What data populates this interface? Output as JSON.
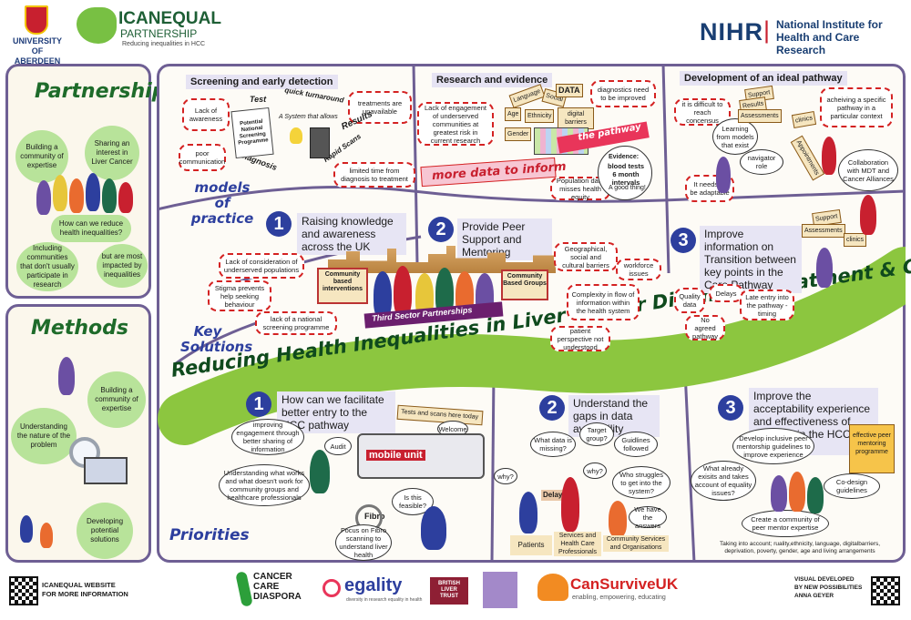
{
  "header": {
    "university": "UNIVERSITY OF ABERDEEN",
    "icanequal": "ICANEQUAL",
    "partnership": "PARTNERSHIP",
    "icanequal_sub": "Reducing inequalities in HCC",
    "nihr": "NIHR",
    "nihr_divider": "|",
    "nihr_name_1": "National Institute for",
    "nihr_name_2": "Health and Care Research"
  },
  "left": {
    "partnership_title": "Partnership",
    "bubbles": [
      "Building a community of expertise",
      "Sharing an interest in Liver Cancer",
      "How can we reduce health inequalities?",
      "Including communities that don't usually participate in research",
      "but are most impacted by inequalities"
    ],
    "methods_title": "Methods",
    "methods_bubbles": [
      "Building a community of expertise",
      "Understanding the nature of the problem",
      "Developing potential solutions"
    ]
  },
  "screening": {
    "title": "Screening and early detection",
    "spikes": [
      "Lack of awareness",
      "poor communication",
      "treatments are unavailable",
      "limited time from diagnosis to treatment"
    ],
    "words": [
      "Test",
      "quick turnaround",
      "Results",
      "Rapid Scans",
      "Diagnosis",
      "A System that allows",
      "Potential National Screening Programme"
    ],
    "models": "models of practice"
  },
  "research": {
    "title": "Research and evidence",
    "spikes": [
      "Lack of engagement of underserved communities at greatest risk in current research",
      "diagnostics need to be improved",
      "Population data misses health equity"
    ],
    "words": [
      "Language",
      "Age",
      "Ethnicity",
      "Social",
      "Gender",
      "DATA",
      "digital barriers",
      "the pathway",
      "more data to inform",
      "Evidence:",
      "blood tests 6 month intervals",
      "A good thing!"
    ]
  },
  "development": {
    "title": "Development of an ideal pathway",
    "spikes": [
      "it is difficult to reach concensus",
      "acheiving a specific pathway in a particular context",
      "It needs to be adaptable"
    ],
    "speech": [
      "Learning from models that exist",
      "navigator role",
      "Collaboration with MDT and Cancer Alliances"
    ],
    "tags": [
      "Support",
      "Results",
      "Assessments",
      "clinics",
      "Appointments"
    ]
  },
  "key_solutions": {
    "label": "Key Solutions",
    "items": [
      {
        "num": "1",
        "text": "Raising knowledge and awareness across the UK"
      },
      {
        "num": "2",
        "text": "Provide Peer Support and Mentoring"
      },
      {
        "num": "3",
        "text": "Improve information on Transition between key points in the Care Pathway"
      }
    ],
    "spikes_1": [
      "Lack of consideration of underserved populations",
      "Stigma prevents help seeking behaviour",
      "lack of a national screening programme"
    ],
    "signs": [
      "Community based interventions",
      "Community Based Groups"
    ],
    "third_sector": "Third Sector Partnerships",
    "spikes_2": [
      "Geographical, social and cultural barriers",
      "workforce issues",
      "Complexity in flow of information within the health system",
      "patient perspective not understood"
    ],
    "spikes_3": [
      "Quality data",
      "Delays",
      "Late entry into the pathway -timing",
      "No agreed pathway"
    ]
  },
  "banner": "Reducing Health Inequalities in Liver Cancer Diagnosis Treatment & Care",
  "priorities": {
    "label": "Priorities",
    "items": [
      {
        "num": "1",
        "text": "How can we facilitate better entry to the HCC pathway"
      },
      {
        "num": "2",
        "text": "Understand the gaps in data availability"
      },
      {
        "num": "3",
        "text": "Improve the acceptability experience and effectiveness of care within the HCC pathway"
      }
    ],
    "p1_notes": [
      "improving engagement through better sharing of information",
      "Understanding what works and what doesn't work for community groups and healthcare professionals",
      "Audit",
      "Is this feasible?",
      "Fibro",
      "Focus on Fibro scanning to understand liver health",
      "Tests and scans here today",
      "Welcome",
      "mobile unit"
    ],
    "p2_notes": [
      "What data is missing?",
      "Target group?",
      "Guidlines followed",
      "why?",
      "why?",
      "Delays",
      "Who struggles to get into the system?",
      "We have the answers",
      "Patients",
      "Services and Health Care Professionals",
      "Community Services and Organisations"
    ],
    "p3_notes": [
      "Develop inclusive peer mentorship guidelines to improve experience",
      "What already exisits and takes account of equality issues?",
      "Co-design guidelines",
      "Create a community of peer mentor expertise",
      "effective peer mentoring programme"
    ],
    "p3_footer": "Taking into account; ruality,ethnicity, language, digitalbarriers, deprivation, poverty, gender, age and living arrangements"
  },
  "footer": {
    "website_1": "ICANEQUAL WEBSITE",
    "website_2": "FOR MORE INFORMATION",
    "cancer_care_1": "CANCER",
    "cancer_care_2": "CARE",
    "cancer_care_3": "DIASPORA",
    "egality": "egality",
    "egality_sub": "diversity in research equality in health",
    "blt": "BRITISH LIVER TRUST",
    "cansurvive": "CanSurviveUK",
    "cansurvive_sub": "enabling, empowering, educating",
    "credit_1": "VISUAL DEVELOPED",
    "credit_2": "BY NEW POSSIBILITIES",
    "credit_3": "ANNA GEYER"
  },
  "colors": {
    "accent_purple": "#6e5f94",
    "banner_green": "#8cc63f",
    "alert_red": "#d42222",
    "nihr_blue": "#193e72",
    "number_blue": "#2d3f9e"
  }
}
